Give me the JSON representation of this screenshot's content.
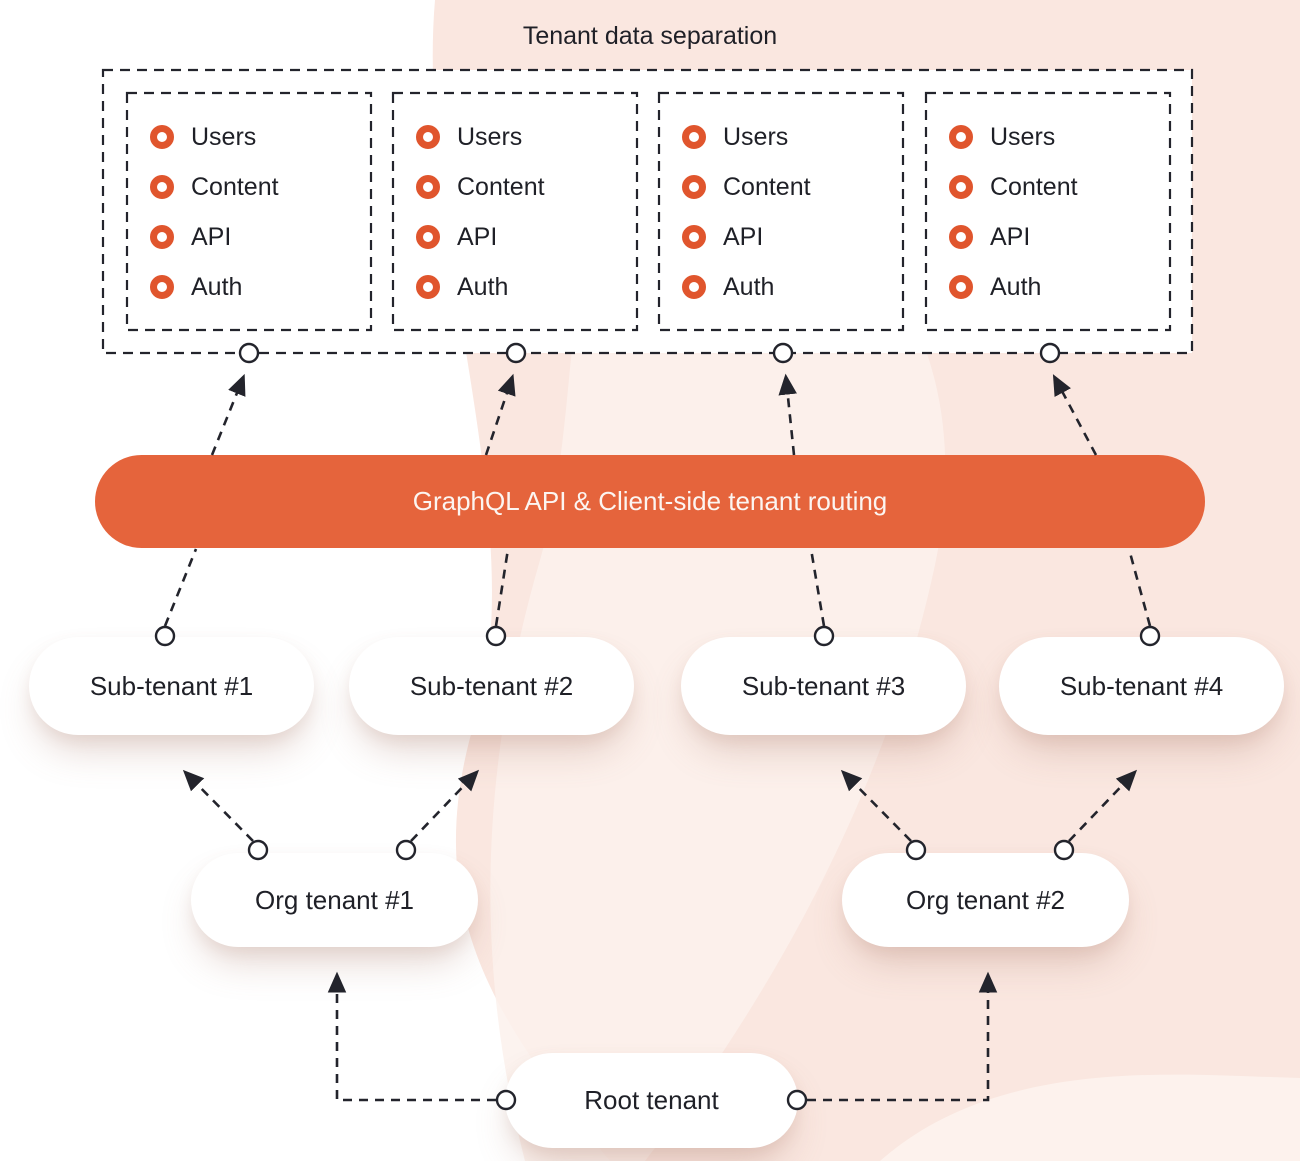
{
  "title": "Tenant data separation",
  "colors": {
    "accent-orange": "#E5643C",
    "icon-orange": "#E0552D",
    "line-dark": "#23242C",
    "text-dark": "#1F2027",
    "pink-deep": "#FAE7E0",
    "pink-light": "#FCF1EC",
    "node-bg": "#FFFFFF",
    "bar-text": "#FCF5F1"
  },
  "tenant_boxes": [
    {
      "items": [
        "Users",
        "Content",
        "API",
        "Auth"
      ]
    },
    {
      "items": [
        "Users",
        "Content",
        "API",
        "Auth"
      ]
    },
    {
      "items": [
        "Users",
        "Content",
        "API",
        "Auth"
      ]
    },
    {
      "items": [
        "Users",
        "Content",
        "API",
        "Auth"
      ]
    }
  ],
  "routing_bar": {
    "label": "GraphQL API & Client-side tenant routing"
  },
  "sub_tenants": [
    {
      "label": "Sub-tenant #1"
    },
    {
      "label": "Sub-tenant #2"
    },
    {
      "label": "Sub-tenant #3"
    },
    {
      "label": "Sub-tenant #4"
    }
  ],
  "org_tenants": [
    {
      "label": "Org tenant #1"
    },
    {
      "label": "Org tenant #2"
    }
  ],
  "root_tenant": {
    "label": "Root tenant"
  }
}
